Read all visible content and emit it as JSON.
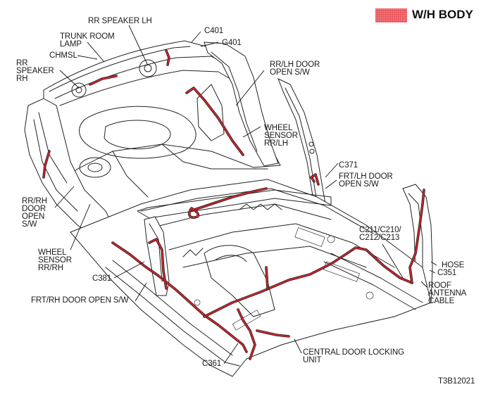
{
  "legend": {
    "label": "W/H BODY",
    "swatch_color": "#e8545a"
  },
  "figure_code": "T3B12021",
  "labels": {
    "rr_speaker_lh": "RR SPEAKER LH",
    "trunk_room_lamp": "TRUNK ROOM\nLAMP",
    "chmsl": "CHMSL",
    "rr_speaker_rh": "RR\nSPEAKER\nRH",
    "c401": "C401",
    "g401": "G401",
    "rr_lh_door_open_sw": "RR/LH DOOR\nOPEN S/W",
    "wheel_sensor_rr_lh": "WHEEL\nSENSOR\nRR/LH",
    "c371": "C371",
    "frt_lh_door_open_sw": "FRT/LH DOOR\nOPEN S/W",
    "rr_rh_door_open_sw": "RR/RH\nDOOR\nOPEN\nS/W",
    "wheel_sensor_rr_rh": "WHEEL\nSENSOR\nRR/RH",
    "c381": "C381",
    "frt_rh_door_open_sw": "FRT/RH DOOR OPEN S/W",
    "c211_group": "C211/C210/\nC212/C213",
    "hose": "HOSE",
    "c351": "C351",
    "roof_antenna_cable": "ROOF\nANTENNA\nCABLE",
    "c361": "C361",
    "central_door_locking_unit": "CENTRAL DOOR LOCKING\nUNIT"
  },
  "colors": {
    "harness": "#c8242b",
    "outline": "#222222"
  }
}
